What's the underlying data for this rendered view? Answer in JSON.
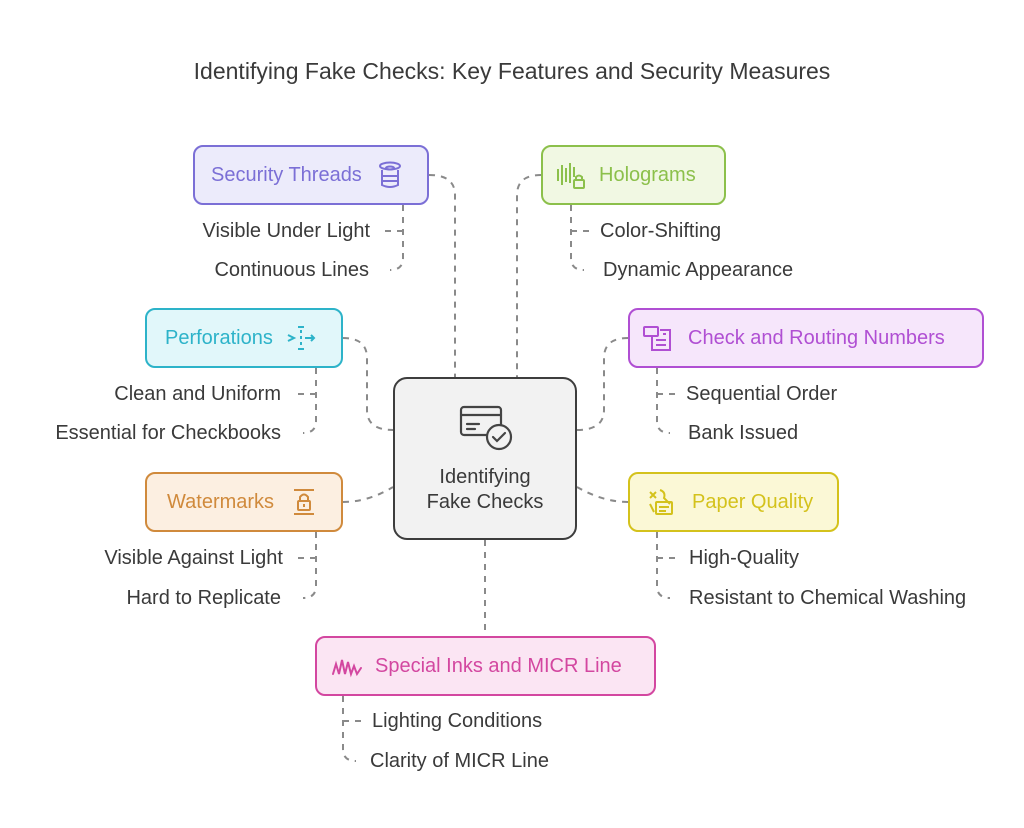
{
  "title": "Identifying Fake Checks: Key Features and Security Measures",
  "center": {
    "line1": "Identifying",
    "line2": "Fake Checks"
  },
  "nodes": [
    {
      "label": "Security Threads",
      "icon": "spool-icon",
      "color": "#7b6fd6",
      "bg": "#ecebfb",
      "items": [
        "Visible Under Light",
        "Continuous Lines"
      ]
    },
    {
      "label": "Holograms",
      "icon": "hologram-lock-icon",
      "color": "#8cc04b",
      "bg": "#f1f8e3",
      "items": [
        "Color-Shifting",
        "Dynamic Appearance"
      ]
    },
    {
      "label": "Perforations",
      "icon": "perforation-arrow-icon",
      "color": "#2db3c9",
      "bg": "#e1f7fa",
      "items": [
        "Clean and Uniform",
        "Essential for Checkbooks"
      ]
    },
    {
      "label": "Check and Routing Numbers",
      "icon": "document-number-icon",
      "color": "#b04fd3",
      "bg": "#f6e6fb",
      "items": [
        "Sequential Order",
        "Bank Issued"
      ]
    },
    {
      "label": "Watermarks",
      "icon": "watermark-lock-icon",
      "color": "#d08a3c",
      "bg": "#fcefe1",
      "items": [
        "Visible Against Light",
        "Hard to Replicate"
      ]
    },
    {
      "label": "Paper Quality",
      "icon": "paper-tools-icon",
      "color": "#d4c21c",
      "bg": "#fbf8d6",
      "items": [
        "High-Quality",
        "Resistant to Chemical Washing"
      ]
    },
    {
      "label": "Special Inks and MICR Line",
      "icon": "ink-wave-icon",
      "color": "#d347a0",
      "bg": "#fbe5f3",
      "items": [
        "Lighting Conditions",
        "Clarity of MICR Line"
      ]
    }
  ]
}
